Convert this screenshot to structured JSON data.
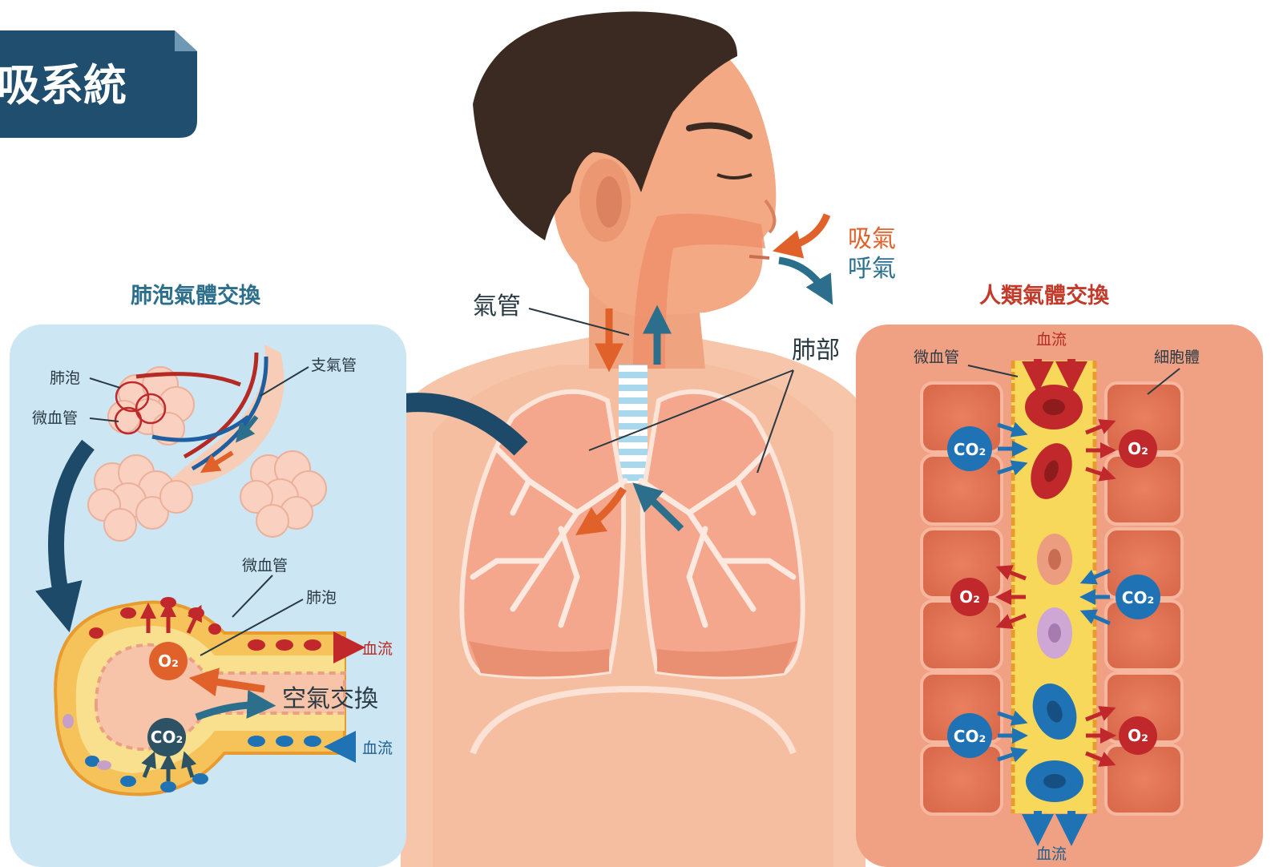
{
  "title": "吸系統",
  "alveoli_section": {
    "heading": "肺泡氣體交換",
    "labels": {
      "alveolus_top": "肺泡",
      "capillary_top": "微血管",
      "bronchus": "支氣管",
      "capillary_detail": "微血管",
      "alveolus_detail": "肺泡",
      "blood_flow_out": "血流",
      "blood_flow_in": "血流",
      "air_exchange": "空氣交換"
    },
    "molecules": {
      "o2": "O₂",
      "co2": "CO₂"
    }
  },
  "center": {
    "inhale": "吸氣",
    "exhale": "呼氣",
    "trachea": "氣管",
    "lungs": "肺部"
  },
  "human_section": {
    "heading": "人類氣體交換",
    "labels": {
      "blood_flow_top": "血流",
      "capillary": "微血管",
      "cell": "細胞體",
      "blood_flow_bottom": "血流"
    },
    "molecules": {
      "o2": "O₂",
      "co2": "CO₂"
    }
  },
  "colors": {
    "title_bg": "#1f4e6e",
    "alveoli_panel_bg": "#cde6f3",
    "human_panel_bg": "#f0a184",
    "oxygen_red": "#c0282b",
    "carbon_blue": "#1f73b5",
    "inhale_orange": "#e0612a",
    "exhale_teal": "#2c6f8c",
    "skin": "#f2a37e",
    "hair": "#3a2a22"
  }
}
